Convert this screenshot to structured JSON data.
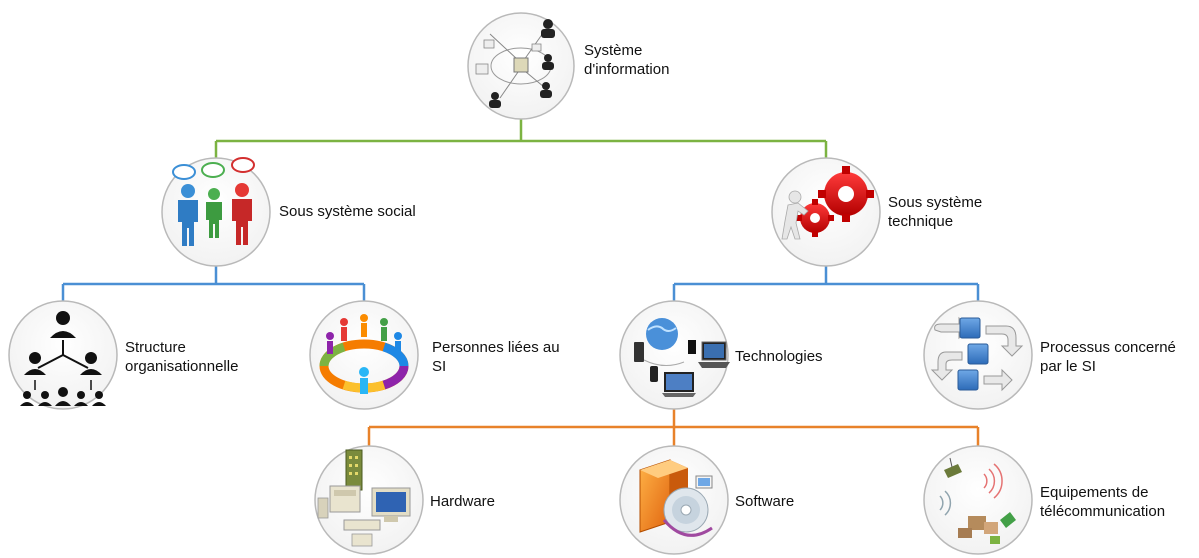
{
  "colors": {
    "level1_connector": "#7cb342",
    "level2_connector": "#4a8fd4",
    "level3_connector": "#e8822a",
    "circle_border": "#b9b9b9",
    "circle_fill": "#ffffff"
  },
  "root": {
    "label": [
      "Système",
      "d'information"
    ],
    "icon": "network-diagram-icon"
  },
  "social": {
    "label": [
      "Sous système social"
    ],
    "icon": "people-speech-bubbles-icon",
    "children": [
      {
        "label": [
          "Structure",
          "organisationnelle"
        ],
        "icon": "org-chart-icon"
      },
      {
        "label": [
          "Personnes liées au",
          "SI"
        ],
        "icon": "people-puzzle-ring-icon"
      }
    ]
  },
  "technical": {
    "label": [
      "Sous système",
      "technique"
    ],
    "icon": "gears-icon",
    "children": [
      {
        "label": [
          "Technologies"
        ],
        "icon": "devices-icon"
      },
      {
        "label": [
          "Processus concerné",
          "par le SI"
        ],
        "icon": "process-flow-icon"
      }
    ]
  },
  "technologies": {
    "children": [
      {
        "label": [
          "Hardware"
        ],
        "icon": "hardware-icon"
      },
      {
        "label": [
          "Software"
        ],
        "icon": "software-box-icon"
      },
      {
        "label": [
          "Equipements de",
          "télécommunication"
        ],
        "icon": "telecom-antenna-icon"
      }
    ]
  }
}
